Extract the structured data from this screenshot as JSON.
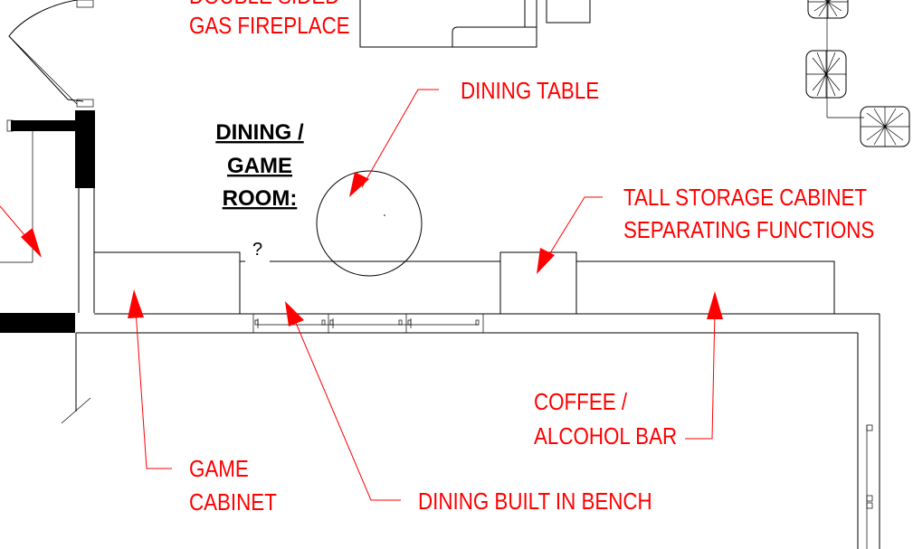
{
  "room_title": [
    "DINING /",
    "GAME",
    "ROOM:"
  ],
  "question_mark": "?",
  "annotations": {
    "fireplace": [
      "DOUBLE SIDED",
      "GAS FIREPLACE"
    ],
    "dining_table": "DINING TABLE",
    "storage_cabinet": [
      "TALL STORAGE CABINET",
      "SEPARATING FUNCTIONS"
    ],
    "coffee_bar": [
      "COFFEE /",
      "ALCOHOL BAR"
    ],
    "game_cabinet": [
      "GAME",
      "CABINET"
    ],
    "bench": "DINING BUILT IN BENCH"
  },
  "colors": {
    "annotation": "#ff0000",
    "linework": "#000000",
    "background": "#ffffff"
  }
}
